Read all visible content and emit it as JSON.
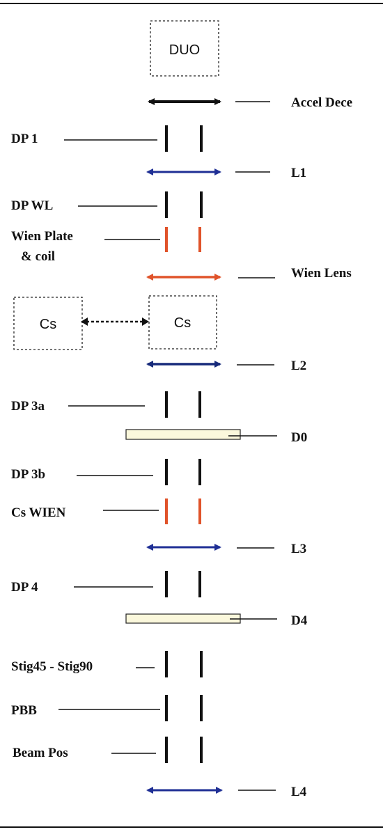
{
  "diagram": {
    "boxes": {
      "duo": "DUO",
      "cs_left": "Cs",
      "cs_right": "Cs"
    },
    "labels": {
      "dp1": "DP 1",
      "dp_wl": "DP WL",
      "wien_plate_1": "Wien Plate",
      "wien_plate_2": "& coil",
      "dp3a": "DP 3a",
      "dp3b": "DP 3b",
      "cs_wien": "Cs WIEN",
      "dp4": "DP 4",
      "stig": "Stig45 - Stig90",
      "pbb": "PBB",
      "beam_pos": "Beam Pos",
      "accel_dece": "Accel Dece",
      "l1": "L1",
      "wien_lens": "Wien Lens",
      "l2": "L2",
      "d0": "D0",
      "l3": "L3",
      "d4": "D4",
      "l4": "L4"
    },
    "colors": {
      "black": "#111111",
      "lens_blue": "#1f2f95",
      "lens_dark_blue": "#162a7a",
      "wien_orange": "#e0532a",
      "detector_fill": "#fbf8dc"
    }
  }
}
